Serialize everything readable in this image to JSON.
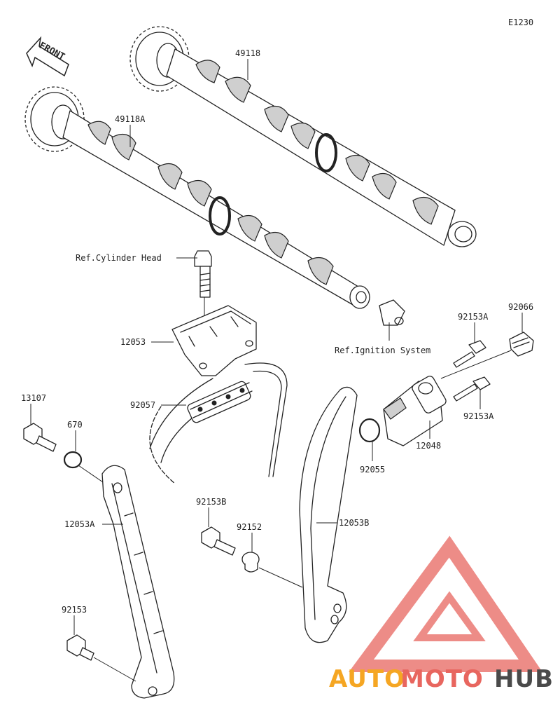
{
  "diagram_code": "E1230",
  "front_label": "FRONT",
  "parts": {
    "camshaft_exhaust": "49118",
    "camshaft_intake": "49118A",
    "ref_cylinder_head": "Ref.Cylinder Head",
    "chain_guide_upper": "12053",
    "ref_ignition": "Ref.Ignition System",
    "chain": "92057",
    "bolt_tensioner_a_top": "92153A",
    "cap_bolt": "92066",
    "bolt_tensioner_a_bottom": "92153A",
    "tensioner": "12048",
    "oring_tensioner": "92055",
    "bolt_guide": "13107",
    "oring_small": "670",
    "chain_guide_left": "12053A",
    "bolt_b": "92153B",
    "collar": "92152",
    "chain_guide_right": "12053B",
    "bolt_bottom": "92153"
  },
  "watermark": {
    "part1": "AUTO",
    "part2": "MOTO",
    "part3": "HUB",
    "color_orange": "#f5a623",
    "color_red": "#e8665f",
    "color_dark": "#4a4a4a"
  }
}
